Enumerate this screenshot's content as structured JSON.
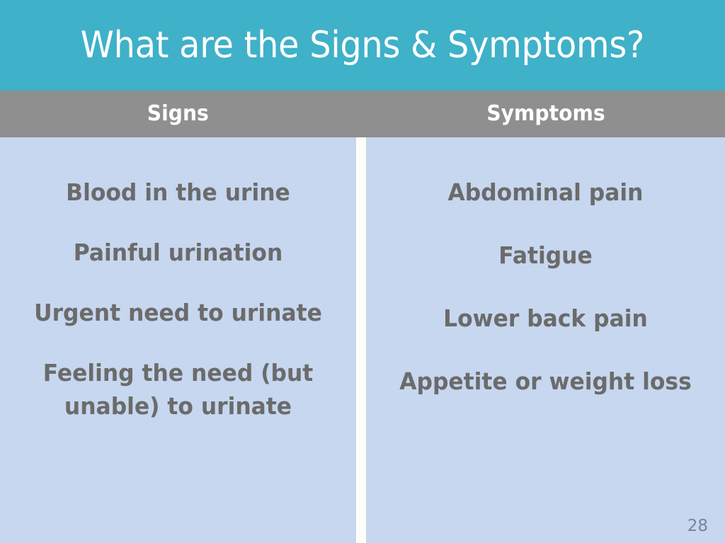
{
  "slide": {
    "title": "What are the Signs & Symptoms?",
    "page_number": "28",
    "colors": {
      "title_band": "#3fb1c8",
      "header_band": "#8f8f8f",
      "body_background": "#c6d7ef",
      "divider": "#fdfdfa",
      "body_text": "#6b6b6b",
      "title_text": "#ffffff",
      "header_text": "#ffffff",
      "page_number_text": "#76849c"
    }
  },
  "columns": {
    "left": {
      "header": "Signs",
      "items": [
        "Blood in the urine",
        "Painful urination",
        "Urgent need to urinate",
        "Feeling the need (but unable) to urinate"
      ]
    },
    "right": {
      "header": "Symptoms",
      "items": [
        "Abdominal pain",
        "Fatigue",
        "Lower back pain",
        "Appetite or weight loss"
      ]
    }
  }
}
